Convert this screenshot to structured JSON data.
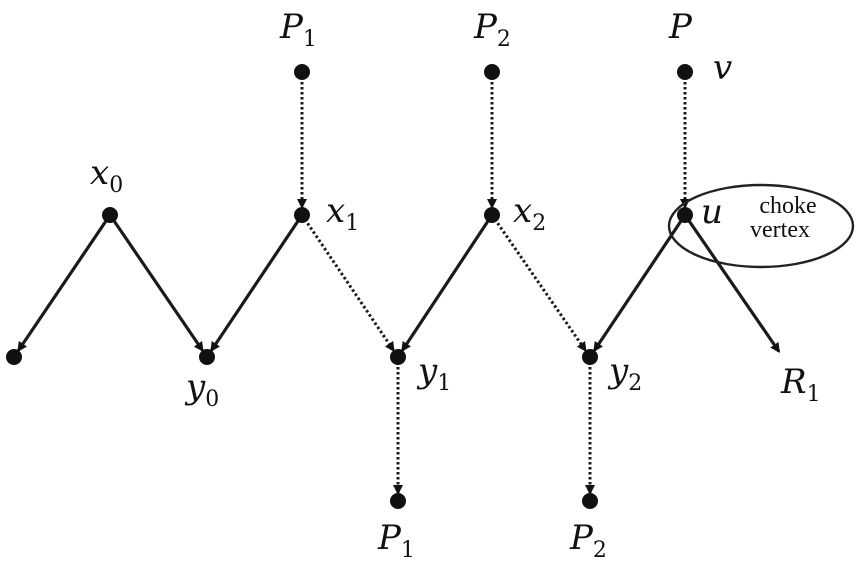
{
  "diagram": {
    "nodes": [
      {
        "id": "leaf-left"
      },
      {
        "id": "x0",
        "label": "x",
        "sub": "0"
      },
      {
        "id": "y0",
        "label": "y",
        "sub": "0"
      },
      {
        "id": "x1",
        "label": "x",
        "sub": "1"
      },
      {
        "id": "y1",
        "label": "y",
        "sub": "1"
      },
      {
        "id": "x2",
        "label": "x",
        "sub": "2"
      },
      {
        "id": "y2",
        "label": "y",
        "sub": "2"
      },
      {
        "id": "u",
        "label": "u"
      },
      {
        "id": "v",
        "label": "v"
      },
      {
        "id": "P1-top",
        "label": "P",
        "sub": "1"
      },
      {
        "id": "P2-top",
        "label": "P",
        "sub": "2"
      },
      {
        "id": "P-top",
        "label": "P"
      },
      {
        "id": "P1-bottom",
        "label": "P",
        "sub": "1"
      },
      {
        "id": "P2-bottom",
        "label": "P",
        "sub": "2"
      }
    ],
    "edges": [
      {
        "from": "x0",
        "to": "leaf-left",
        "style": "solid"
      },
      {
        "from": "x0",
        "to": "y0",
        "style": "solid"
      },
      {
        "from": "x1",
        "to": "y0",
        "style": "solid"
      },
      {
        "from": "x1",
        "to": "y1",
        "style": "dotted"
      },
      {
        "from": "x2",
        "to": "y1",
        "style": "solid"
      },
      {
        "from": "x2",
        "to": "y2",
        "style": "dotted"
      },
      {
        "from": "u",
        "to": "y2",
        "style": "solid"
      },
      {
        "from": "u",
        "to": "R1",
        "style": "solid"
      },
      {
        "from": "P1-top",
        "to": "x1",
        "style": "dotted"
      },
      {
        "from": "P2-top",
        "to": "x2",
        "style": "dotted"
      },
      {
        "from": "v",
        "to": "u",
        "style": "dotted"
      },
      {
        "from": "y1",
        "to": "P1-bottom",
        "style": "dotted"
      },
      {
        "from": "y2",
        "to": "P2-bottom",
        "style": "dotted"
      }
    ],
    "endpoint_label": {
      "label": "R",
      "sub": "1"
    },
    "choke_label": {
      "line1": "choke",
      "line2": "vertex"
    }
  }
}
